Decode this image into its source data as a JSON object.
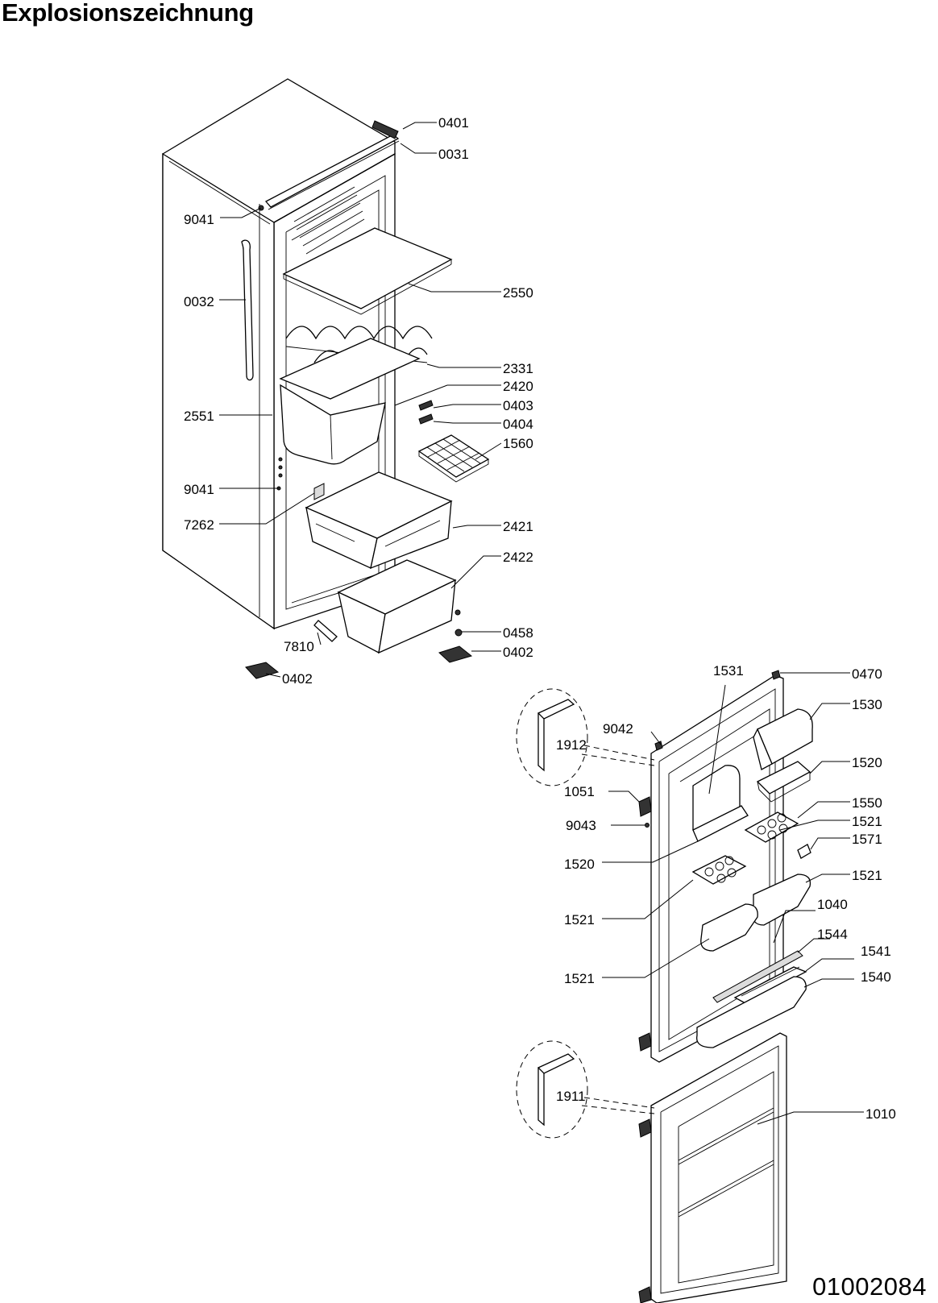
{
  "title": "Explosionszeichnung",
  "document_number": "01002084",
  "part_labels": {
    "p0401": "0401",
    "p0031": "0031",
    "p9041a": "9041",
    "p0032": "0032",
    "p2550": "2550",
    "p2331": "2331",
    "p2420": "2420",
    "p2551": "2551",
    "p0403": "0403",
    "p0404": "0404",
    "p1560": "1560",
    "p9041b": "9041",
    "p7262": "7262",
    "p2421": "2421",
    "p2422": "2422",
    "p0458": "0458",
    "p7810": "7810",
    "p0402a": "0402",
    "p0402b": "0402",
    "p1531": "1531",
    "p0470": "0470",
    "p1530": "1530",
    "p9042": "9042",
    "p1912": "1912",
    "p1520a": "1520",
    "p1051": "1051",
    "p1550": "1550",
    "p9043": "9043",
    "p1521a": "1521",
    "p1571": "1571",
    "p1520b": "1520",
    "p1521b": "1521",
    "p1521c": "1521",
    "p1040": "1040",
    "p1544": "1544",
    "p1541": "1541",
    "p1521d": "1521",
    "p1540": "1540",
    "p1911": "1911",
    "p1010": "1010"
  }
}
